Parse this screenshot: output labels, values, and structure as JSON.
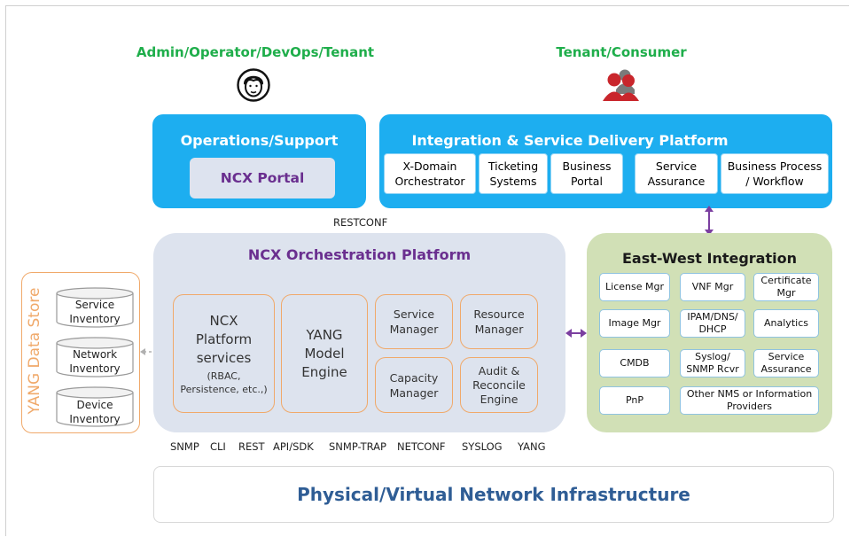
{
  "personas": {
    "admin": "Admin/Operator/DevOps/Tenant",
    "tenant": "Tenant/Consumer"
  },
  "icons": {
    "admin": "operator-face-icon",
    "tenant": "user-group-icon"
  },
  "operations": {
    "title": "Operations/Support",
    "portal": "NCX Portal"
  },
  "integration": {
    "title": "Integration & Service Delivery Platform",
    "items": [
      [
        "X-Domain",
        "Orchestrator"
      ],
      [
        "Ticketing",
        "Systems"
      ],
      [
        "Business",
        "Portal"
      ],
      [
        "Service",
        "Assurance"
      ],
      [
        "Business Process",
        "/ Workflow"
      ]
    ]
  },
  "restconf": "RESTCONF",
  "orchestration": {
    "title": "NCX Orchestration Platform",
    "platform_services": [
      "NCX",
      "Platform",
      "services"
    ],
    "platform_services_sub": [
      "(RBAC,",
      "Persistence, etc.,)"
    ],
    "yang_engine": [
      "YANG",
      "Model",
      "Engine"
    ],
    "service_manager": [
      "Service",
      "Manager"
    ],
    "resource_manager": [
      "Resource",
      "Manager"
    ],
    "capacity_manager": [
      "Capacity",
      "Manager"
    ],
    "audit_engine": [
      "Audit &",
      "Reconcile",
      "Engine"
    ]
  },
  "east_west": {
    "title": "East-West Integration",
    "license": "License Mgr",
    "vnf": "VNF Mgr",
    "certificate": [
      "Certificate",
      "Mgr"
    ],
    "image": "Image Mgr",
    "ipam": [
      "IPAM/DNS/",
      "DHCP"
    ],
    "analytics": "Analytics",
    "cmdb": "CMDB",
    "syslog": [
      "Syslog/",
      "SNMP Rcvr"
    ],
    "assurance": [
      "Service",
      "Assurance"
    ],
    "pnp": "PnP",
    "other": [
      "Other NMS or Information",
      "Providers"
    ]
  },
  "data_store": {
    "title": "YANG Data Store",
    "items": [
      [
        "Service",
        "Inventory"
      ],
      [
        "Network",
        "Inventory"
      ],
      [
        "Device",
        "Inventory"
      ]
    ]
  },
  "protocols": [
    "SNMP",
    "CLI",
    "REST",
    "API/SDK",
    "SNMP-TRAP",
    "NETCONF",
    "SYSLOG",
    "YANG"
  ],
  "infrastructure": "Physical/Virtual Network Infrastructure",
  "colors": {
    "persona_green": "#1fae4b",
    "platform_blue": "#1daef0",
    "orchestration_gray": "#dde3ee",
    "east_west_green": "#d1e0b6",
    "accent_orange": "#f0a96a",
    "title_purple": "#6a2f8f",
    "infra_blue": "#2f5d95",
    "tenant_red": "#c9262c"
  }
}
